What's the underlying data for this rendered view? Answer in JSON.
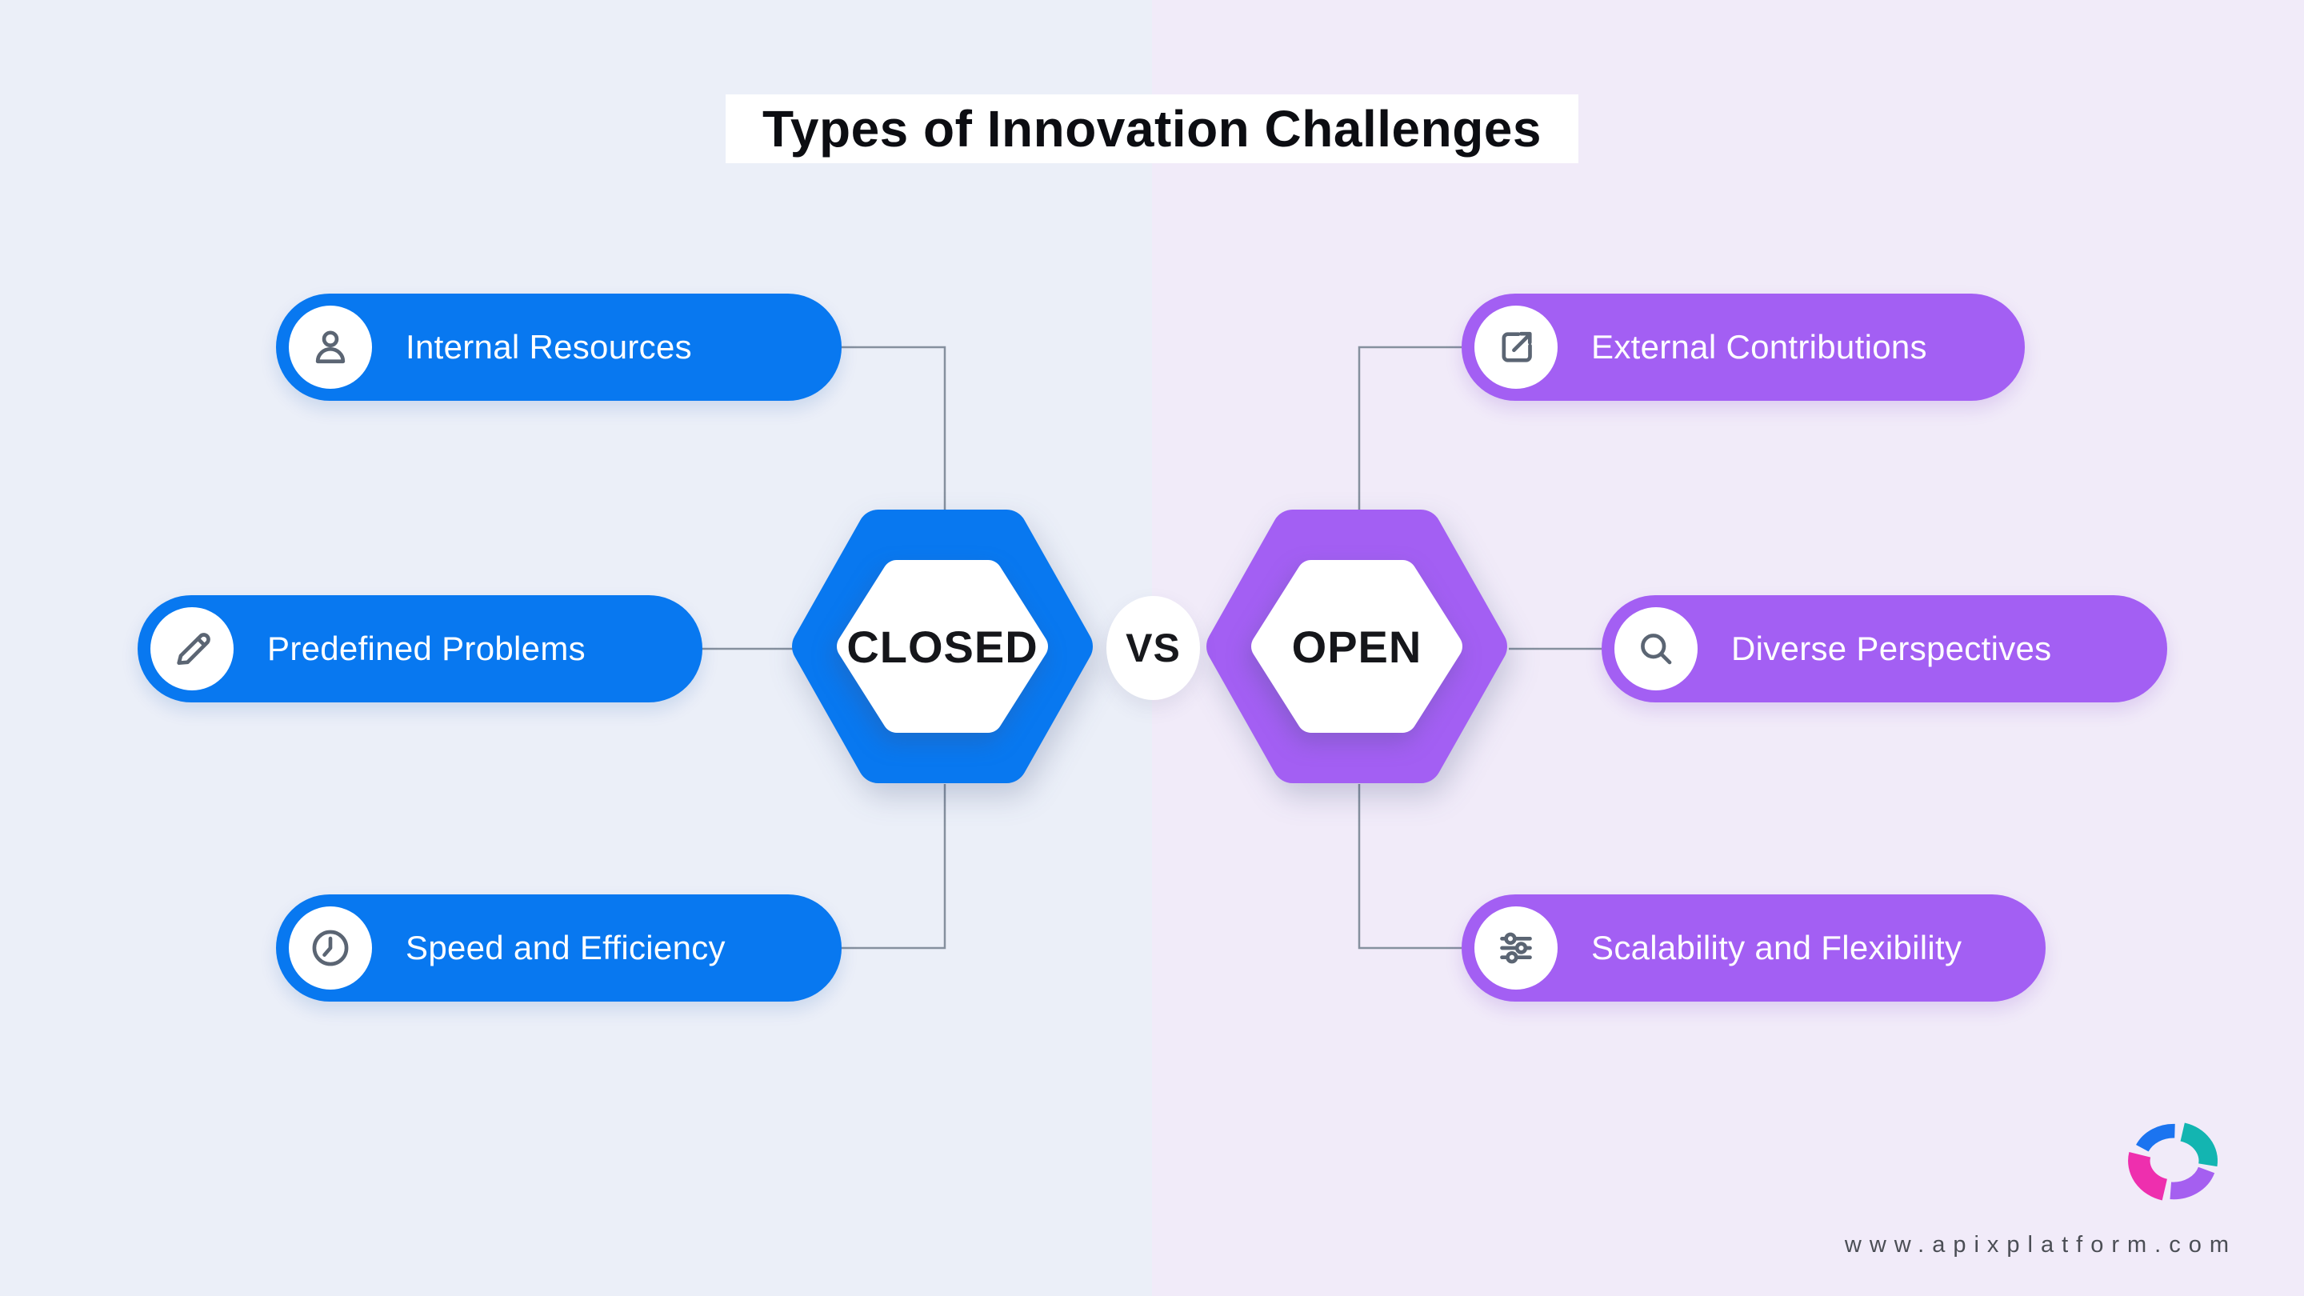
{
  "title": "Types of Innovation Challenges",
  "vs_label": "VS",
  "left": {
    "hex_label": "CLOSED",
    "accent_color": "#0878f0",
    "background_color": "#ebeff8",
    "items": [
      {
        "label": "Internal Resources",
        "icon": "person-icon"
      },
      {
        "label": "Predefined Problems",
        "icon": "pencil-icon"
      },
      {
        "label": "Speed and Efficiency",
        "icon": "clock-icon"
      }
    ]
  },
  "right": {
    "hex_label": "OPEN",
    "accent_color": "#a35ff3",
    "background_color": "#f1ebf9",
    "items": [
      {
        "label": "External Contributions",
        "icon": "external-link-icon"
      },
      {
        "label": "Diverse Perspectives",
        "icon": "magnifier-icon"
      },
      {
        "label": "Scalability and Flexibility",
        "icon": "sliders-icon"
      }
    ]
  },
  "footer": {
    "website": "www.apixplatform.com",
    "logo": "apix-ring-logo",
    "logo_colors": {
      "blue": "#1b74f0",
      "teal": "#13b5b1",
      "purple": "#a55ff0",
      "magenta": "#ee2fae"
    }
  },
  "connector_color": "#85909e",
  "title_text_color": "#0c0d12"
}
